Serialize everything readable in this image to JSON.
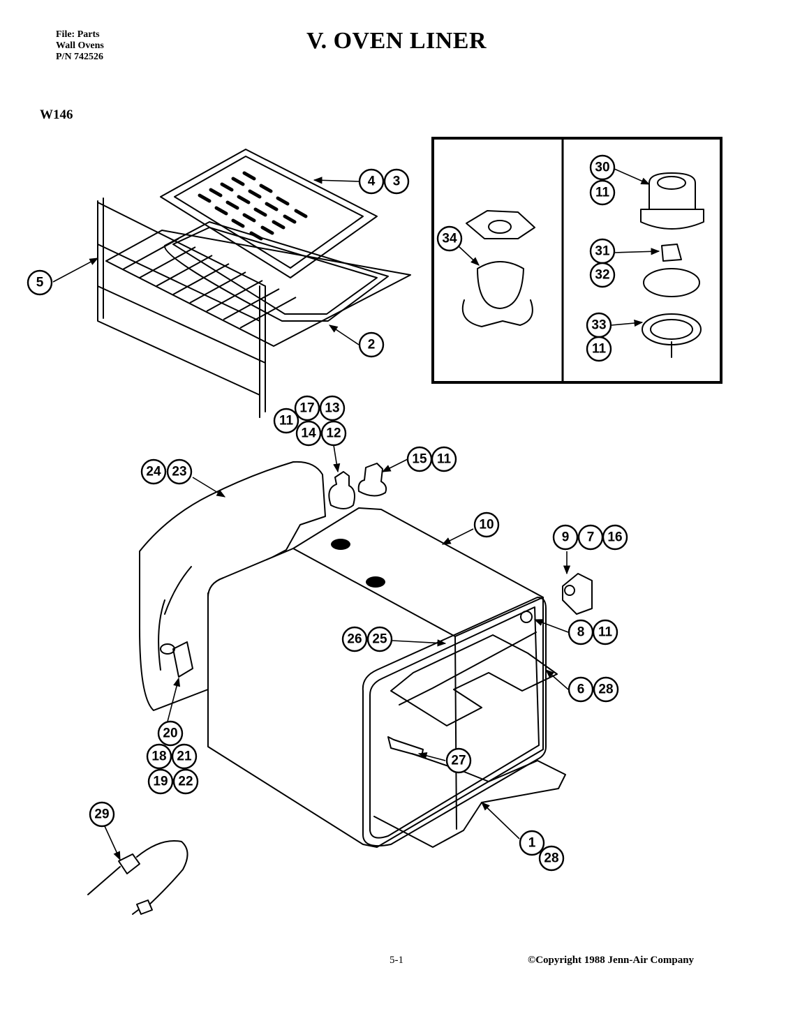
{
  "header": {
    "file_line": "File: Parts",
    "category_line": "Wall Ovens",
    "part_number_line": "P/N 742526"
  },
  "title": "V. OVEN LINER",
  "model": "W146",
  "callouts": {
    "c43": [
      "4",
      "3"
    ],
    "c5": [
      "5"
    ],
    "c2": [
      "2"
    ],
    "c34": [
      "34"
    ],
    "c30": [
      "30",
      "11"
    ],
    "c31": [
      "31",
      "32"
    ],
    "c33": [
      "33",
      "11"
    ],
    "c11_17_13_14_12": [
      "17",
      "13",
      "11",
      "14",
      "12"
    ],
    "c15": [
      "15",
      "11"
    ],
    "c24": [
      "24",
      "23"
    ],
    "c10": [
      "10"
    ],
    "c9": [
      "9",
      "7",
      "16"
    ],
    "c8": [
      "8",
      "11"
    ],
    "c26": [
      "26",
      "25"
    ],
    "c6": [
      "6",
      "28"
    ],
    "c20": [
      "20",
      "18",
      "21",
      "19",
      "22"
    ],
    "c27": [
      "27"
    ],
    "c29": [
      "29"
    ],
    "c1": [
      "1",
      "28"
    ]
  },
  "footer": {
    "page": "5-1",
    "copyright": "©Copyright 1988 Jenn-Air Company"
  }
}
